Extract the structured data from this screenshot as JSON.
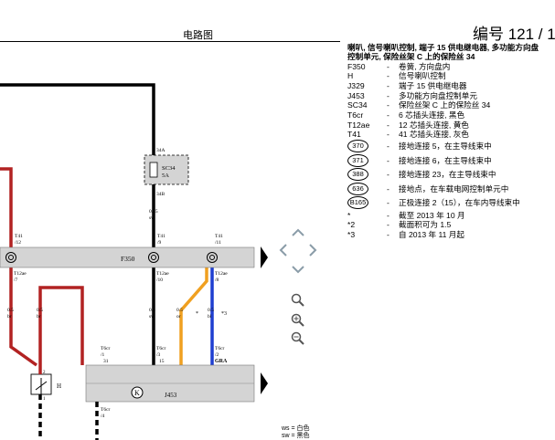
{
  "header": {
    "title": "电路图",
    "number": "编号 121 / 1"
  },
  "legend": {
    "title_line1": "喇叭, 信号喇叭控制, 端子 15 供电继电器, 多功能方向盘",
    "title_line2": "控制单元, 保险丝架 C 上的保险丝 34",
    "items": [
      {
        "code": "F350",
        "desc": "卷簧, 方向盘内"
      },
      {
        "code": "H",
        "desc": "信号喇叭控制"
      },
      {
        "code": "J329",
        "desc": "端子 15 供电继电器"
      },
      {
        "code": "J453",
        "desc": "多功能方向盘控制单元"
      },
      {
        "code": "SC34",
        "desc": "保险丝架 C 上的保险丝 34"
      },
      {
        "code": "T6cr",
        "desc": "6 芯插头连接, 黑色"
      },
      {
        "code": "T12ae",
        "desc": "12 芯插头连接, 黄色"
      },
      {
        "code": "T41",
        "desc": "41 芯插头连接, 灰色"
      }
    ],
    "circles": [
      {
        "code": "370",
        "desc": "接地连接 5，在主导线束中"
      },
      {
        "code": "371",
        "desc": "接地连接 6，在主导线束中"
      },
      {
        "code": "388",
        "desc": "接地连接 23，在主导线束中"
      },
      {
        "code": "636",
        "desc": "接地点，在车载电网控制单元中"
      },
      {
        "code": "B165",
        "desc": "正极连接 2（15），在车内导线束中"
      }
    ],
    "notes": [
      {
        "code": "*",
        "desc": "截至 2013 年 10 月"
      },
      {
        "code": "*2",
        "desc": "截面积可为 1.5"
      },
      {
        "code": "*3",
        "desc": "自 2013 年 11 月起"
      }
    ]
  },
  "bottom_legend": {
    "line1": "ws = 白色",
    "line2": "sw = 黑色"
  },
  "diagram": {
    "fuse_label": "SC34",
    "fuse_rating": "5A",
    "fuse_pin_top": "34A",
    "fuse_pin_bottom": "34B",
    "wire_top_size": "0.35",
    "wire_top_color": "sw",
    "f350_label": "F350",
    "t41_a": "T41",
    "t41_a_pin": "/12",
    "t41_b": "T41",
    "t41_b_pin": "/9",
    "t41_c": "T41",
    "t41_c_pin": "/11",
    "t12_a": "T12ae",
    "t12_a_pin": "/7",
    "t12_b": "T12ae",
    "t12_b_pin": "/10",
    "t12_c": "T12ae",
    "t12_c_pin": "/8",
    "w1_size": "0.5",
    "w1_color": "br",
    "w2_size": "0.5",
    "w2_color": "br",
    "w3_size": "0.5",
    "w3_color": "sw",
    "w4_size": "0.5",
    "w4_color": "or",
    "w5_size": "0.5",
    "w5_color": "bl",
    "star": "*",
    "star3": "*3",
    "h_label": "H",
    "h_pin1": "2",
    "h_pin2": "1",
    "t6_a": "T6cr",
    "t6_a_pin": "/1",
    "t6_a_pin2": "31",
    "t6_b": "T6cr",
    "t6_b_pin": "/3",
    "t6_b_pin2": "15",
    "t6_c": "T6cr",
    "t6_c_pin": "/2",
    "t6_c_pin2": "GRA",
    "t6_d": "T6cr",
    "t6_d_pin": "/4",
    "j453_label": "J453"
  },
  "colors": {
    "brown_wire": "#b22222",
    "black_wire": "#000000",
    "orange_wire": "#f0a020",
    "blue_wire": "#1f3fd0",
    "component_gray": "#d4d4d4",
    "nav_gray": "#8a9ca8"
  },
  "icons": {
    "nav_up": "chevron-up-icon",
    "nav_left": "chevron-left-icon",
    "nav_right": "chevron-right-icon",
    "nav_down": "chevron-down-icon",
    "zoom_fit": "magnifier-icon",
    "zoom_in": "zoom-in-icon",
    "zoom_out": "zoom-out-icon",
    "page_arrow": "triangle-right-icon"
  }
}
